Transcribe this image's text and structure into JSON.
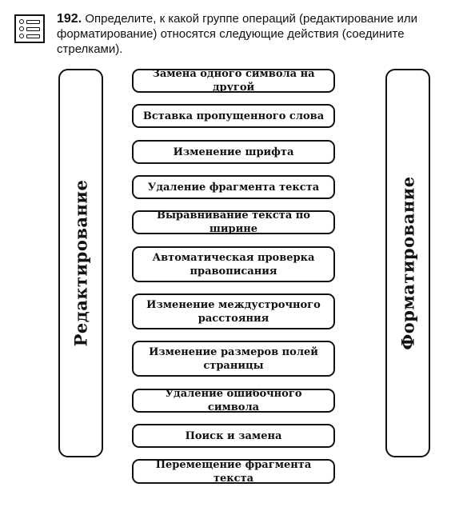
{
  "task": {
    "number": "192.",
    "text": "Определите, к какой группе операций (редактирование или форматирование) относятся следующие действия (соедините стрелками)."
  },
  "icon": "task-list-icon",
  "left_group": {
    "label": "Редактирование"
  },
  "right_group": {
    "label": "Форматирование"
  },
  "operations": [
    "Замена одного символа на другой",
    "Вставка пропущенного слова",
    "Изменение шрифта",
    "Удаление фрагмента текста",
    "Выравнивание текста по ширине",
    "Автоматическая проверка правописания",
    "Изменение междустрочного расстояния",
    "Изменение размеров полей страницы",
    "Удаление ошибочного символа",
    "Поиск и замена",
    "Перемещение фрагмента текста"
  ]
}
